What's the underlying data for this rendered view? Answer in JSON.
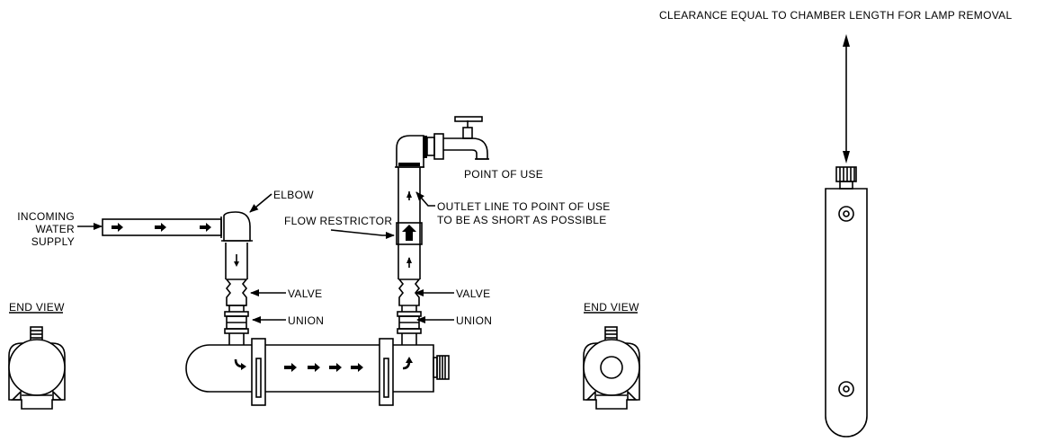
{
  "labels": {
    "clearance": "CLEARANCE EQUAL TO CHAMBER LENGTH FOR LAMP REMOVAL",
    "point_of_use": "POINT OF USE",
    "outlet_line_1": "OUTLET LINE TO POINT OF USE",
    "outlet_line_2": "TO BE AS SHORT AS POSSIBLE",
    "elbow": "ELBOW",
    "incoming_1": "INCOMING",
    "incoming_2": "WATER",
    "incoming_3": "SUPPLY",
    "flow_restrictor": "FLOW RESTRICTOR",
    "valve_left": "VALVE",
    "union_left": "UNION",
    "valve_right": "VALVE",
    "union_right": "UNION",
    "end_view_left": "END VIEW",
    "end_view_right": "END VIEW"
  }
}
